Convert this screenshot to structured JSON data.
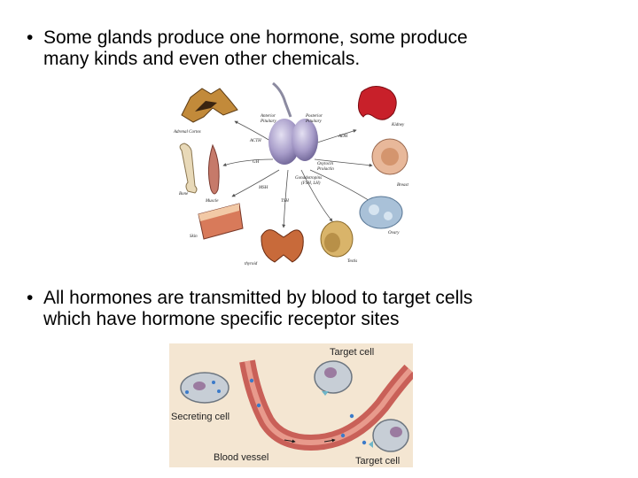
{
  "bullets": [
    {
      "marker": "•",
      "line1": "Some glands produce one hormone, some produce",
      "line2": "many kinds and even other chemicals."
    },
    {
      "marker": "•",
      "line1": "All hormones are transmitted by blood to target cells",
      "line2": "which have hormone specific receptor sites"
    }
  ],
  "figure1": {
    "labels": {
      "adrenal": "Adrenal Cortex",
      "anterior": "Anterior",
      "anterior2": "Pituitary",
      "posterior": "Posterior",
      "posterior2": "Pituitary",
      "kidney": "Kidney",
      "bone": "Bone",
      "muscle": "Muscle",
      "breast": "Breast",
      "skin": "Skin",
      "ovary": "Ovary",
      "thyroid": "thyroid",
      "testis": "Testis",
      "acth": "ACTH",
      "adh": "ADH",
      "gh": "GH",
      "oxytocin": "Oxytocin",
      "prolactin": "Prolactin",
      "gonadotropins": "Gonadotropins",
      "fsh_lh": "(FSH, LH)",
      "msh": "MSH",
      "tsh": "TSH"
    }
  },
  "figure2": {
    "labels": {
      "target_top": "Target cell",
      "secreting": "Secreting cell",
      "vessel": "Blood vessel",
      "target_bottom": "Target cell"
    }
  }
}
